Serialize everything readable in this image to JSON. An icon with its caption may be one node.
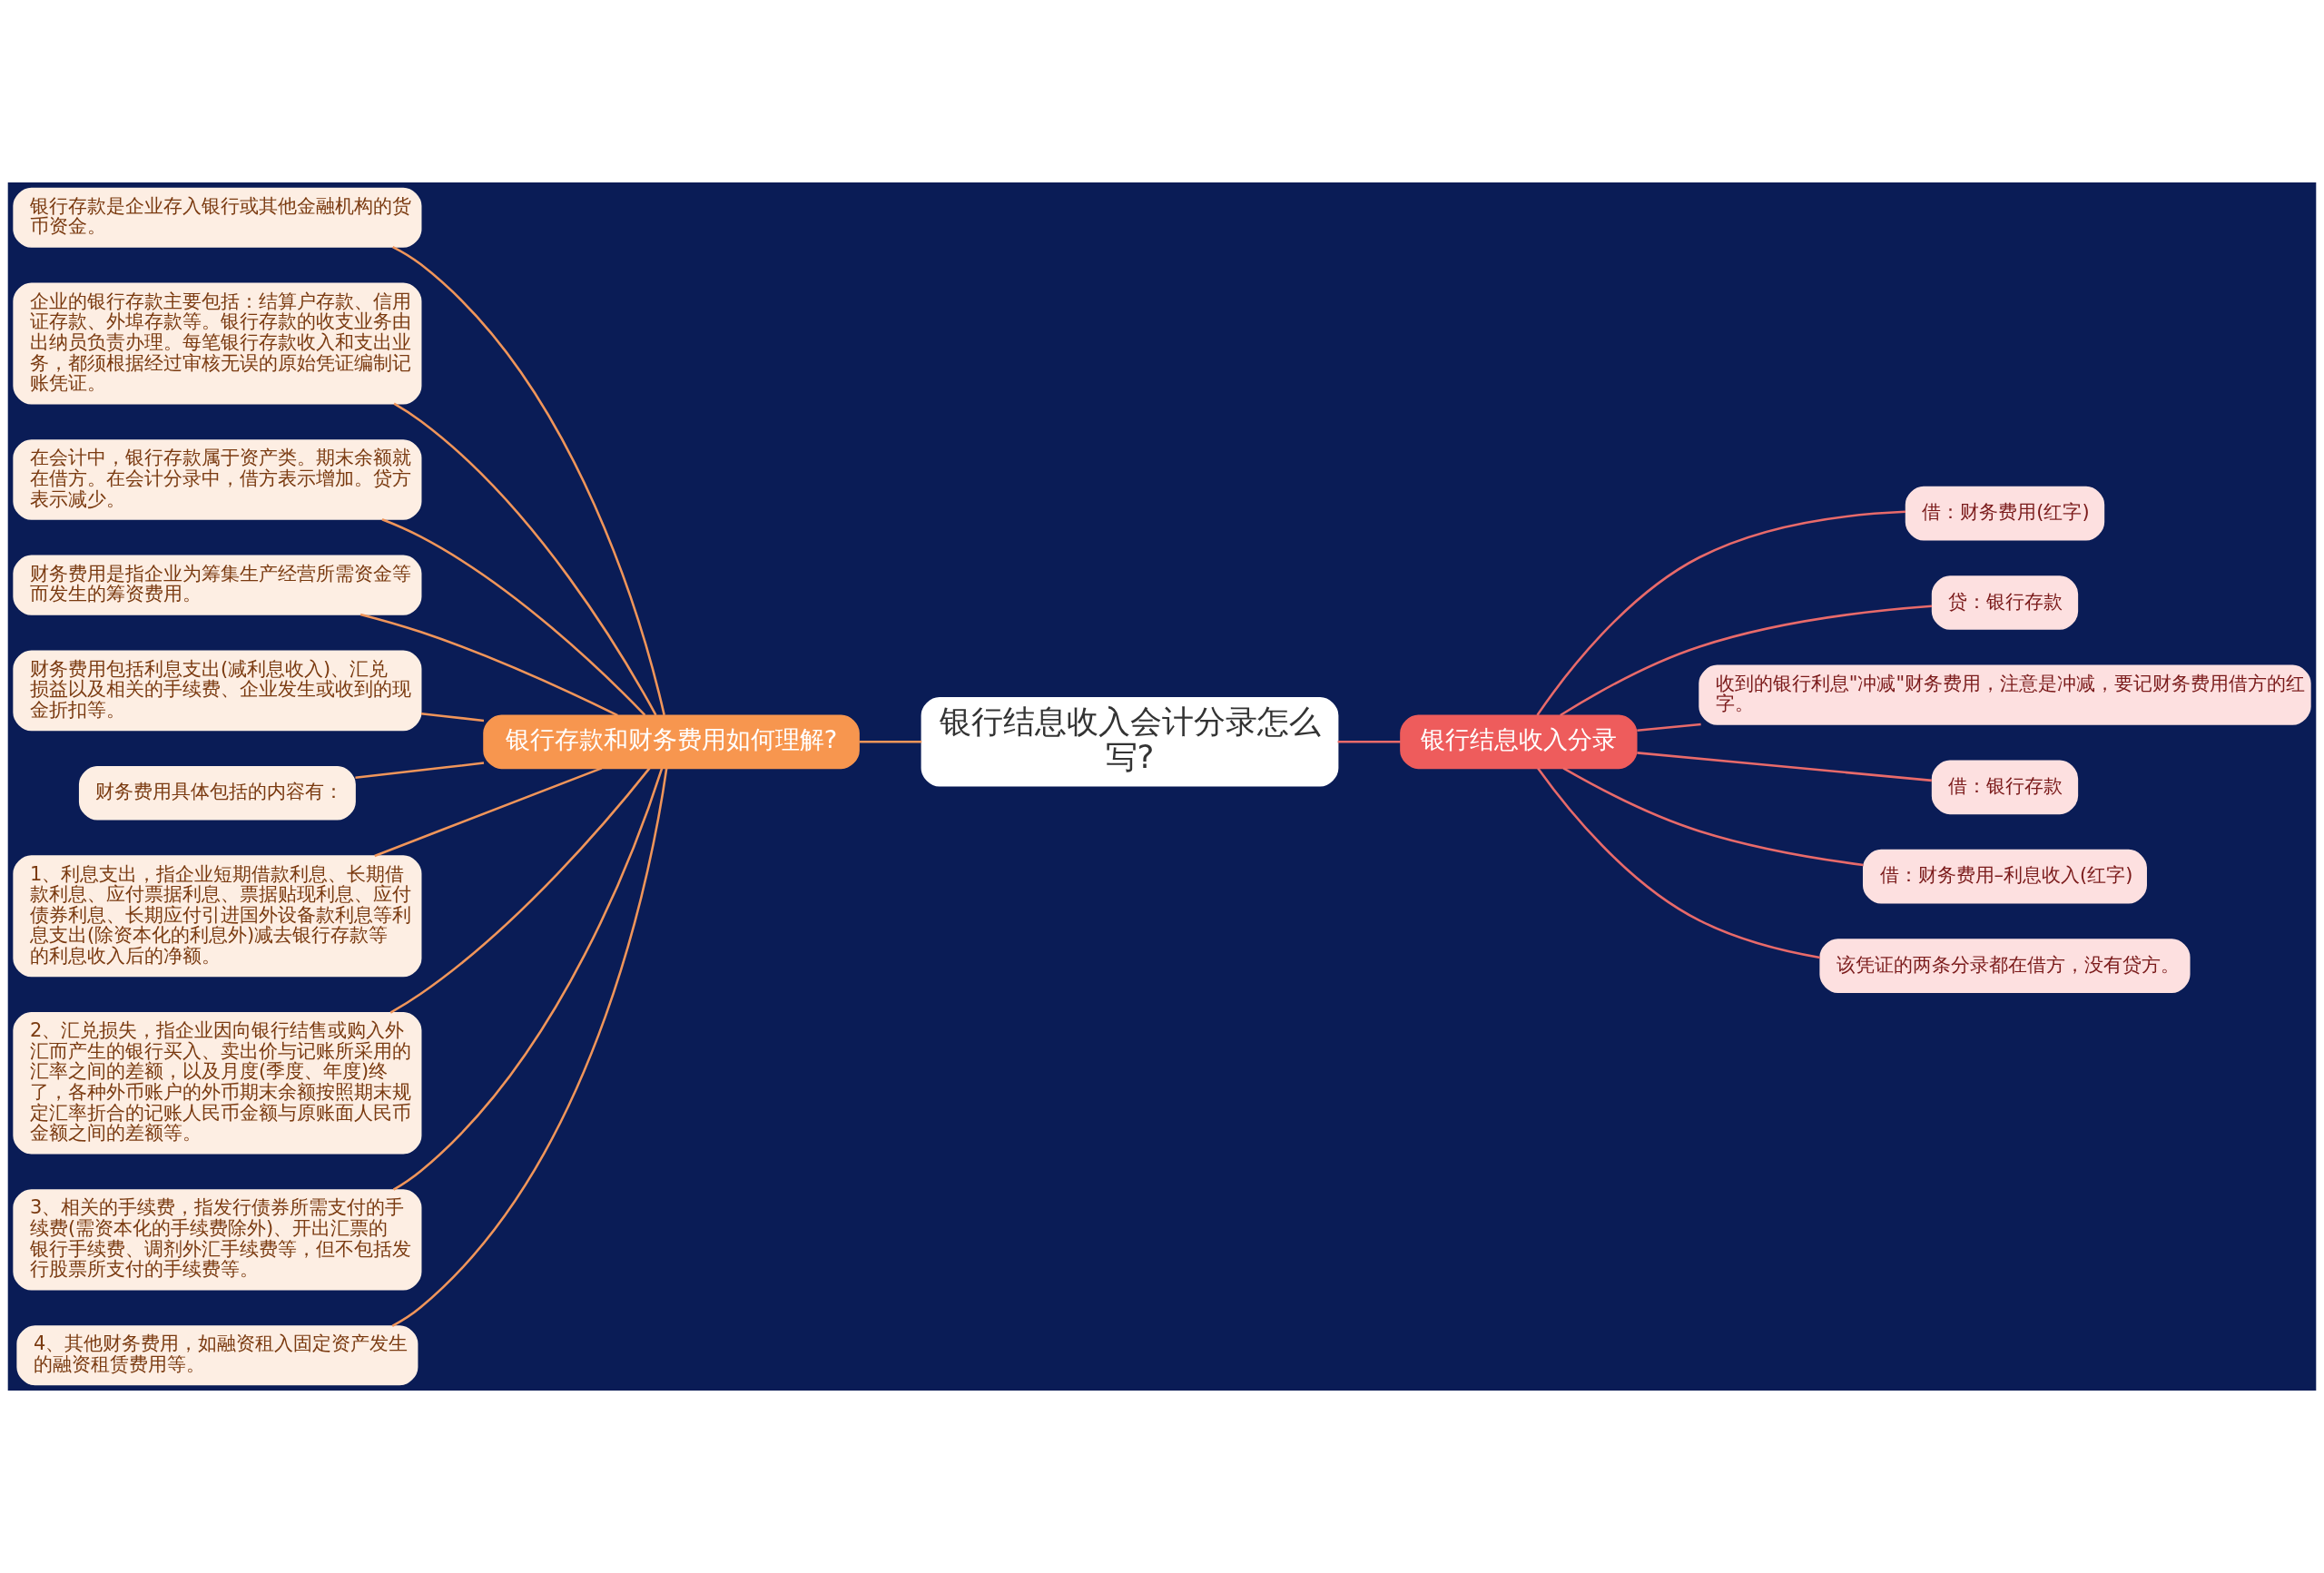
{
  "diagram": {
    "nodes": [
      {
        "text": [
          "银行结息收入会计分录怎么写?"
        ]
      },
      {
        "text": [
          "银行存款和财务费用如何理解?"
        ]
      },
      {
        "text": [
          "银行存款是企业存入银行或其他金融机构的货币资金。"
        ]
      },
      {
        "text": [
          "企业的银行存款主要包括：结算户存款、信用证存款、外埠存款等。银行存款的收支业务由出纳员负责办理。每笔银行存款收入和支出业务，都须根据经过审核无误的原始凭证编制记账凭证。"
        ]
      },
      {
        "text": [
          "在会计中，银行存款属于资产类。期末余额就在借方。在会计分录中，借方表示增加。贷方表示减少。"
        ]
      },
      {
        "text": [
          "财务费用是指企业为筹集生产经营所需资金等而发生的筹资费用。"
        ]
      },
      {
        "text": [
          "财务费用包括利息支出(减利息收入)、汇兑损益以及相关的手续费、企业发生或收到的现金折扣等。"
        ]
      },
      {
        "text": [
          "财务费用具体包括的内容有："
        ]
      },
      {
        "text": [
          "1、利息支出，指企业短期借款利息、长期借款利息、应付票据利息、票据贴现利息、应付债券利息、长期应付引进国外设备款利息等利息支出(除资本化的利息外)减去银行存款等的利息收入后的净额。"
        ]
      },
      {
        "text": [
          "2、汇兑损失，指企业因向银行结售或购入外汇而产生的银行买入、卖出价与记账所采用的汇率之间的差额，以及月度(季度、年度)终了，各种外币账户的外币期末余额按照期末规定汇率折合的记账人民币金额与原账面人民币金额之间的差额等。"
        ]
      },
      {
        "text": [
          "3、相关的手续费，指发行债券所需支付的手续费(需资本化的手续费除外)、开出汇票的银行手续费、调剂外汇手续费等，但不包括发行股票所支付的手续费等。"
        ]
      },
      {
        "text": [
          "4、其他财务费用，如融资租入固定资产发生的融资租赁费用等。"
        ]
      },
      {
        "text": [
          "银行结息收入分录"
        ]
      },
      {
        "text": [
          "借：财务费用(红字)"
        ]
      },
      {
        "text": [
          "贷：银行存款"
        ]
      },
      {
        "text": [
          "收到的银行利息\"冲减\"财务费用，注意是冲减，要记财务费用借方的红字。"
        ]
      },
      {
        "text": [
          "借：银行存款"
        ]
      },
      {
        "text": [
          "借：财务费用–利息收入(红字)"
        ]
      },
      {
        "text": [
          "该凭证的两条分录都在借方，没有贷方。"
        ]
      }
    ],
    "edges": [
      {
        "from": 0,
        "to": 1,
        "arrow": "none"
      },
      {
        "from": 1,
        "to": 2,
        "arrow": "none"
      },
      {
        "from": 1,
        "to": 3,
        "arrow": "none"
      },
      {
        "from": 1,
        "to": 4,
        "arrow": "none"
      },
      {
        "from": 1,
        "to": 5,
        "arrow": "none"
      },
      {
        "from": 1,
        "to": 6,
        "arrow": "none"
      },
      {
        "from": 1,
        "to": 7,
        "arrow": "none"
      },
      {
        "from": 1,
        "to": 8,
        "arrow": "none"
      },
      {
        "from": 1,
        "to": 9,
        "arrow": "none"
      },
      {
        "from": 1,
        "to": 10,
        "arrow": "none"
      },
      {
        "from": 1,
        "to": 11,
        "arrow": "none"
      },
      {
        "from": 0,
        "to": 12,
        "arrow": "none",
        "color": "#e86a6a"
      },
      {
        "from": 12,
        "to": 13,
        "arrow": "none",
        "color": "#e86a6a"
      },
      {
        "from": 12,
        "to": 14,
        "arrow": "none",
        "color": "#e86a6a"
      },
      {
        "from": 12,
        "to": 15,
        "arrow": "none",
        "color": "#e86a6a"
      },
      {
        "from": 12,
        "to": 16,
        "arrow": "none",
        "color": "#e86a6a"
      },
      {
        "from": 12,
        "to": 17,
        "arrow": "none",
        "color": "#e86a6a"
      },
      {
        "from": 12,
        "to": 18,
        "arrow": "none",
        "color": "#e86a6a"
      }
    ]
  }
}
